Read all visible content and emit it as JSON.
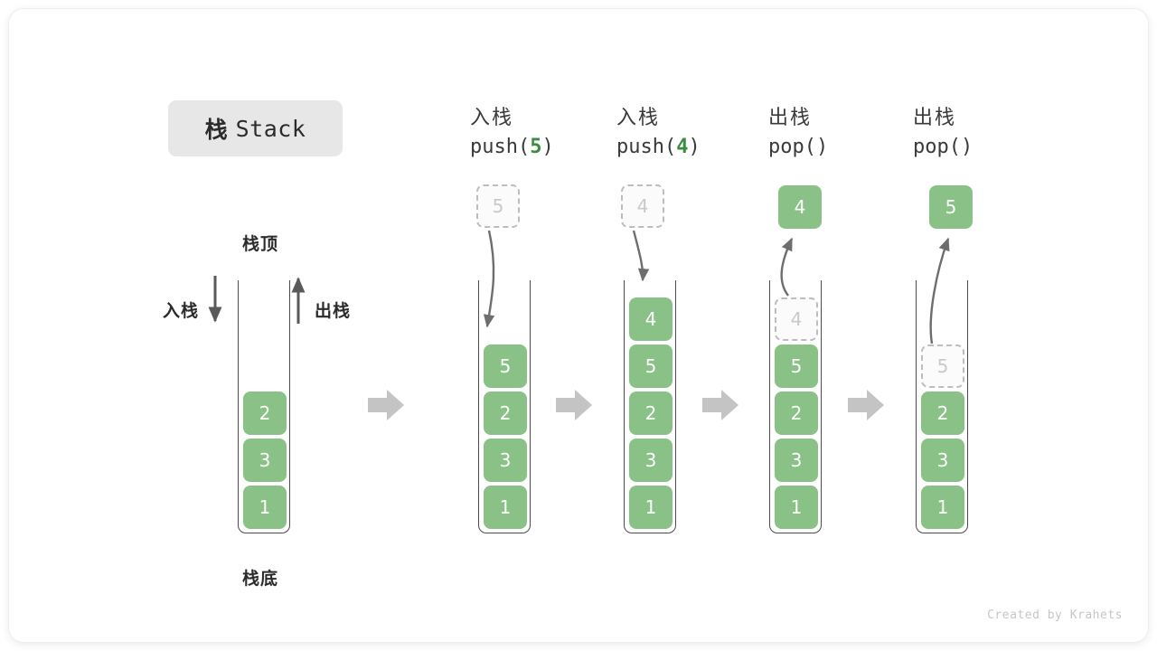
{
  "title": {
    "cn": "栈",
    "en": "Stack"
  },
  "labels": {
    "top": "栈顶",
    "bottom": "栈底",
    "push_side": "入栈",
    "pop_side": "出栈"
  },
  "watermark": "Created by Krahets",
  "colors": {
    "cell_fill": "#8ac187",
    "cell_text": "#ffffff",
    "ghost_border": "#bdbdbd",
    "ghost_text": "#c9c9c9",
    "accent_green": "#3a8c41",
    "tube_stroke": "#4c4c4c",
    "arrow_gray": "#c4c4c4",
    "curve_gray": "#6e6e6e",
    "chip_bg": "#e7e7e7",
    "text_dark": "#2b2b2b"
  },
  "stages": [
    {
      "id": "initial",
      "head_cn": "",
      "head_code": "",
      "head_arg": "",
      "stack": [
        "2",
        "3",
        "1"
      ],
      "incoming": null,
      "outgoing": null,
      "ghost_in_stack": null
    },
    {
      "id": "push-5",
      "head_cn": "入栈",
      "head_code_pre": "push(",
      "head_arg": "5",
      "head_code_post": ")",
      "stack": [
        "5",
        "2",
        "3",
        "1"
      ],
      "incoming": "5",
      "outgoing": null,
      "ghost_in_stack": null
    },
    {
      "id": "push-4",
      "head_cn": "入栈",
      "head_code_pre": "push(",
      "head_arg": "4",
      "head_code_post": ")",
      "stack": [
        "4",
        "5",
        "2",
        "3",
        "1"
      ],
      "incoming": "4",
      "outgoing": null,
      "ghost_in_stack": null
    },
    {
      "id": "pop-4",
      "head_cn": "出栈",
      "head_code_pre": "pop(",
      "head_arg": "",
      "head_code_post": ")",
      "stack": [
        "5",
        "2",
        "3",
        "1"
      ],
      "incoming": null,
      "outgoing": "4",
      "ghost_in_stack": "4"
    },
    {
      "id": "pop-5",
      "head_cn": "出栈",
      "head_code_pre": "pop(",
      "head_arg": "",
      "head_code_post": ")",
      "stack": [
        "2",
        "3",
        "1"
      ],
      "incoming": null,
      "outgoing": "5",
      "ghost_in_stack": "5"
    }
  ],
  "step_arrows": [
    1,
    2,
    3,
    4
  ]
}
